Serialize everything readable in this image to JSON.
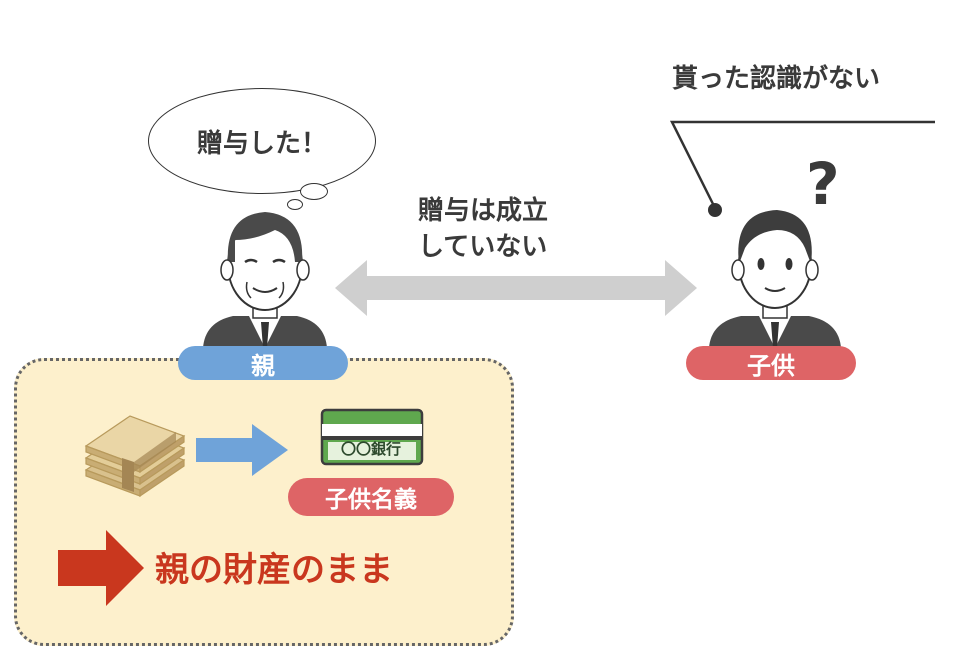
{
  "parent": {
    "speech": "贈与した！",
    "label": "親"
  },
  "child": {
    "thought": "貰った認識がない",
    "question_mark": "?",
    "label": "子供"
  },
  "center": {
    "line1": "贈与は成立",
    "line2": "していない"
  },
  "asset_box": {
    "bank_name": "〇〇銀行",
    "nominee_label": "子供名義",
    "conclusion": "親の財産のまま"
  },
  "colors": {
    "parent_label": "#6fa3d9",
    "child_label": "#de6466",
    "box_fill": "#fdf0cc",
    "conclusion_red": "#c9371e",
    "blue_arrow": "#6fa3d9",
    "gray_arrow": "#cfcfcf"
  },
  "icons": {
    "parent_figure": "elderly-man-icon",
    "child_figure": "young-man-icon",
    "cash": "cash-bundle-icon",
    "bank": "bankbook-icon"
  }
}
